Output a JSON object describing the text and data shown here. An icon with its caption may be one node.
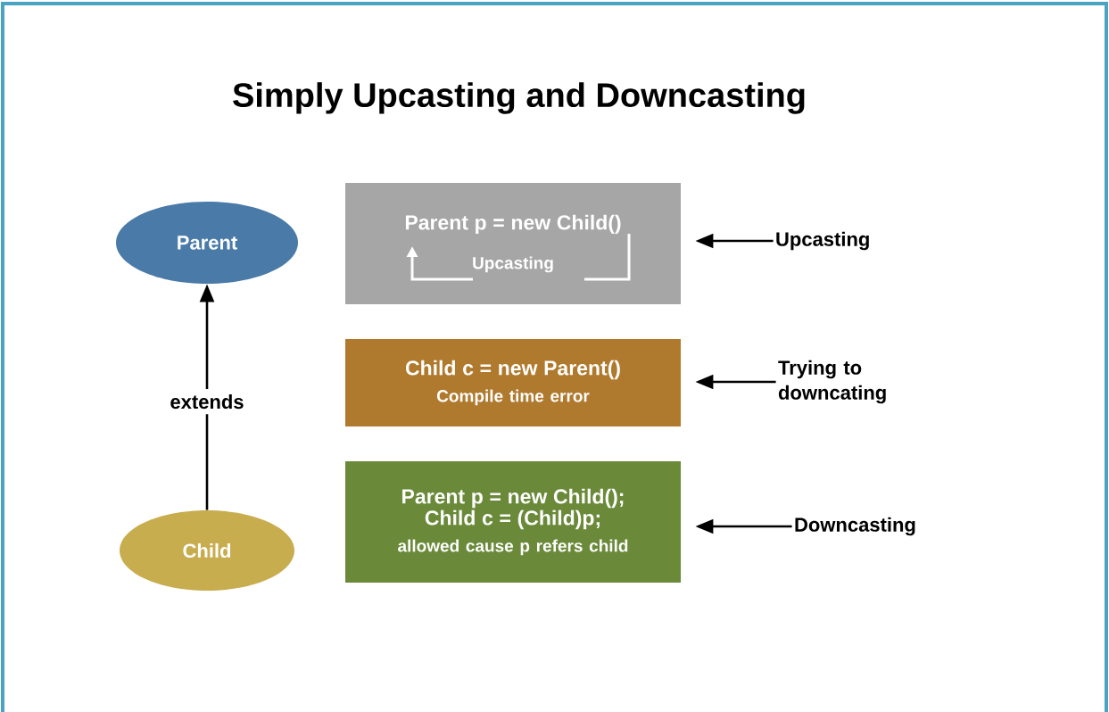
{
  "diagram": {
    "title": "Simply Upcasting and Downcasting",
    "nodes": [
      {
        "text": [
          "Parent"
        ]
      },
      {
        "text": [
          "Child"
        ]
      },
      {
        "text": [
          "Parent p = new Child()",
          "Upcasting"
        ]
      },
      {
        "text": [
          "Child c = new Parent()",
          "Compile time error"
        ]
      },
      {
        "text": [
          "Parent p = new Child(); Child c = (Child)p;",
          "allowed cause p refers child"
        ]
      },
      {
        "text": [
          "Upcasting"
        ]
      },
      {
        "text": [
          "Trying to downcating"
        ]
      },
      {
        "text": [
          "Downcasting"
        ]
      }
    ],
    "edges": [
      {
        "from": 1,
        "to": 0,
        "arrow": "to",
        "label": "extends"
      },
      {
        "from": 5,
        "to": 2,
        "arrow": "to"
      },
      {
        "from": 6,
        "to": 3,
        "arrow": "to"
      },
      {
        "from": 7,
        "to": 4,
        "arrow": "to"
      }
    ]
  }
}
